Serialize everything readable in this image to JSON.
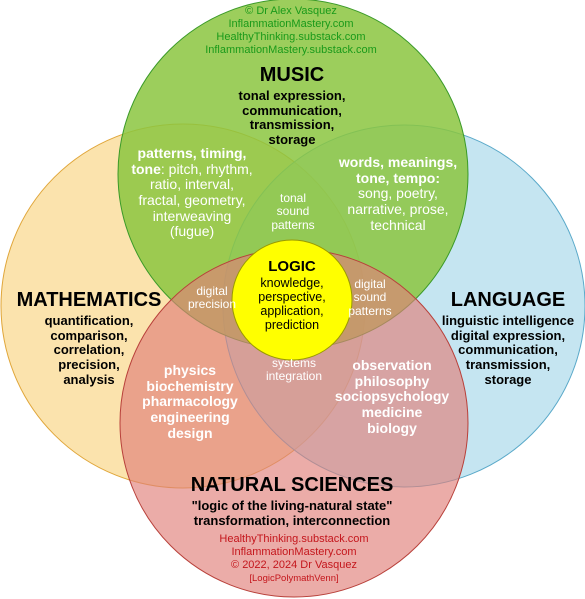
{
  "colors": {
    "music": "#8bc540",
    "mathematics": "#fad78a",
    "language": "#9fd3e8",
    "natural_sciences": "#e07f7a",
    "logic": "#ffff00",
    "credit_green": "#1a9a1a",
    "credit_red": "#c4161c"
  },
  "credits_top": [
    "© Dr Alex Vasquez",
    "InflammationMastery.com",
    "HealthyThinking.substack.com",
    "InflammationMastery.substack.com"
  ],
  "credits_bottom": [
    "HealthyThinking.substack.com",
    "InflammationMastery.com",
    "© 2022, 2024 Dr Vasquez"
  ],
  "credits_bottom_tag": "[LogicPolymathVenn]",
  "music": {
    "title": "MUSIC",
    "desc": [
      "tonal expression,",
      "communication,",
      "transmission,",
      "storage"
    ]
  },
  "mathematics": {
    "title": "MATHEMATICS",
    "desc": [
      "quantification,",
      "comparison,",
      "correlation,",
      "precision,",
      "analysis"
    ]
  },
  "language": {
    "title": "LANGUAGE",
    "desc": [
      "linguistic intelligence",
      "digital expression,",
      "communication,",
      "transmission,",
      "storage"
    ]
  },
  "natural_sciences": {
    "title": "NATURAL SCIENCES",
    "desc": [
      "\"logic of the living-natural state\"",
      "transformation, interconnection"
    ]
  },
  "music_math": {
    "bold": "patterns, timing,",
    "line2_bold": "tone",
    "line2_rest": ": pitch, rhythm,",
    "rest": [
      "ratio, interval,",
      "fractal, geometry,",
      "interweaving",
      "(fugue)"
    ]
  },
  "music_language": {
    "bold": [
      "words, meanings,",
      "tone, tempo:"
    ],
    "rest": [
      "song, poetry,",
      "narrative, prose,",
      "technical"
    ]
  },
  "math_science": [
    "physics",
    "biochemistry",
    "pharmacology",
    "engineering",
    "design"
  ],
  "language_science": [
    "observation",
    "philosophy",
    "sociopsychology",
    "medicine",
    "biology"
  ],
  "triple_tonal": [
    "tonal",
    "sound",
    "patterns"
  ],
  "triple_digital_precision": [
    "digital",
    "precision"
  ],
  "triple_digital_sound": [
    "digital",
    "sound",
    "patterns"
  ],
  "triple_systems": [
    "systems",
    "integration"
  ],
  "logic": {
    "title": "LOGIC",
    "desc": [
      "knowledge,",
      "perspective,",
      "application,",
      "prediction"
    ]
  }
}
